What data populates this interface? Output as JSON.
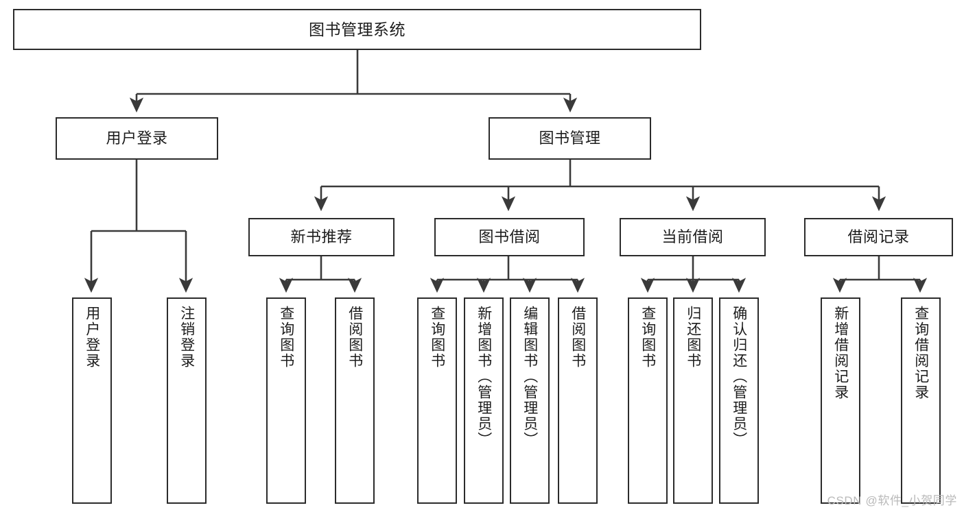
{
  "diagram": {
    "title": "图书管理系统",
    "type": "tree",
    "watermark": "CSDN @软件_小贺同学",
    "colors": {
      "box_border": "#2b2b2b",
      "box_fill": "#ffffff",
      "edge": "#3a3a3a",
      "text": "#1c1c1c",
      "watermark": "#b9b9b9",
      "background": "#ffffff"
    },
    "nodes": {
      "root": {
        "label": "图书管理系统",
        "orientation": "horizontal"
      },
      "level1": [
        {
          "id": "user-login",
          "label": "用户登录",
          "orientation": "horizontal"
        },
        {
          "id": "book-manage",
          "label": "图书管理",
          "orientation": "horizontal"
        }
      ],
      "level2": [
        {
          "id": "new-book-recommend",
          "label": "新书推荐",
          "orientation": "horizontal"
        },
        {
          "id": "book-borrow",
          "label": "图书借阅",
          "orientation": "horizontal"
        },
        {
          "id": "current-borrow",
          "label": "当前借阅",
          "orientation": "horizontal"
        },
        {
          "id": "borrow-record",
          "label": "借阅记录",
          "orientation": "horizontal"
        }
      ],
      "leaves": [
        {
          "id": "leaf-user-login",
          "label": "用户登录",
          "parent": "user-login",
          "orientation": "vertical"
        },
        {
          "id": "leaf-user-logout",
          "label": "注销登录",
          "parent": "user-login",
          "orientation": "vertical"
        },
        {
          "id": "leaf-query-book-1",
          "label": "查询图书",
          "parent": "new-book-recommend",
          "orientation": "vertical"
        },
        {
          "id": "leaf-borrow-book-1",
          "label": "借阅图书",
          "parent": "new-book-recommend",
          "orientation": "vertical"
        },
        {
          "id": "leaf-query-book-2",
          "label": "查询图书",
          "parent": "book-borrow",
          "orientation": "vertical"
        },
        {
          "id": "leaf-add-book",
          "label": "新增图书（管理员）",
          "parent": "book-borrow",
          "orientation": "vertical"
        },
        {
          "id": "leaf-edit-book",
          "label": "编辑图书（管理员）",
          "parent": "book-borrow",
          "orientation": "vertical"
        },
        {
          "id": "leaf-borrow-book-2",
          "label": "借阅图书",
          "parent": "book-borrow",
          "orientation": "vertical"
        },
        {
          "id": "leaf-query-book-3",
          "label": "查询图书",
          "parent": "current-borrow",
          "orientation": "vertical"
        },
        {
          "id": "leaf-return-book",
          "label": "归还图书",
          "parent": "current-borrow",
          "orientation": "vertical"
        },
        {
          "id": "leaf-confirm-return",
          "label": "确认归还（管理员）",
          "parent": "current-borrow",
          "orientation": "vertical"
        },
        {
          "id": "leaf-add-record",
          "label": "新增借阅记录",
          "parent": "borrow-record",
          "orientation": "vertical"
        },
        {
          "id": "leaf-query-record",
          "label": "查询借阅记录",
          "parent": "borrow-record",
          "orientation": "vertical"
        }
      ]
    }
  }
}
